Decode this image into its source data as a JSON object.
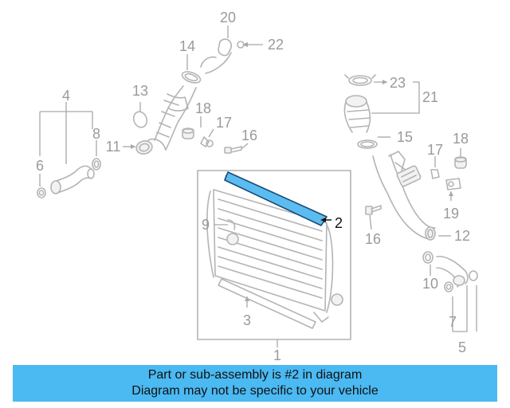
{
  "diagram": {
    "callouts": [
      "20",
      "22",
      "14",
      "13",
      "18",
      "17",
      "16",
      "11",
      "4",
      "8",
      "6",
      "23",
      "21",
      "15",
      "17",
      "18",
      "19",
      "16",
      "12",
      "9",
      "2",
      "10",
      "3",
      "7",
      "1",
      "5"
    ],
    "highlighted_part": "2",
    "colors": {
      "highlight_fill": "#5bbcf0",
      "highlight_stroke": "#1b4a78",
      "parts": "#b4b4b4",
      "callouts": "#9a9a9a"
    }
  },
  "banner": {
    "line1": "Part or sub-assembly is #2 in diagram",
    "line2": "Diagram may not be specific to your vehicle",
    "color": "#4bb9f2"
  }
}
